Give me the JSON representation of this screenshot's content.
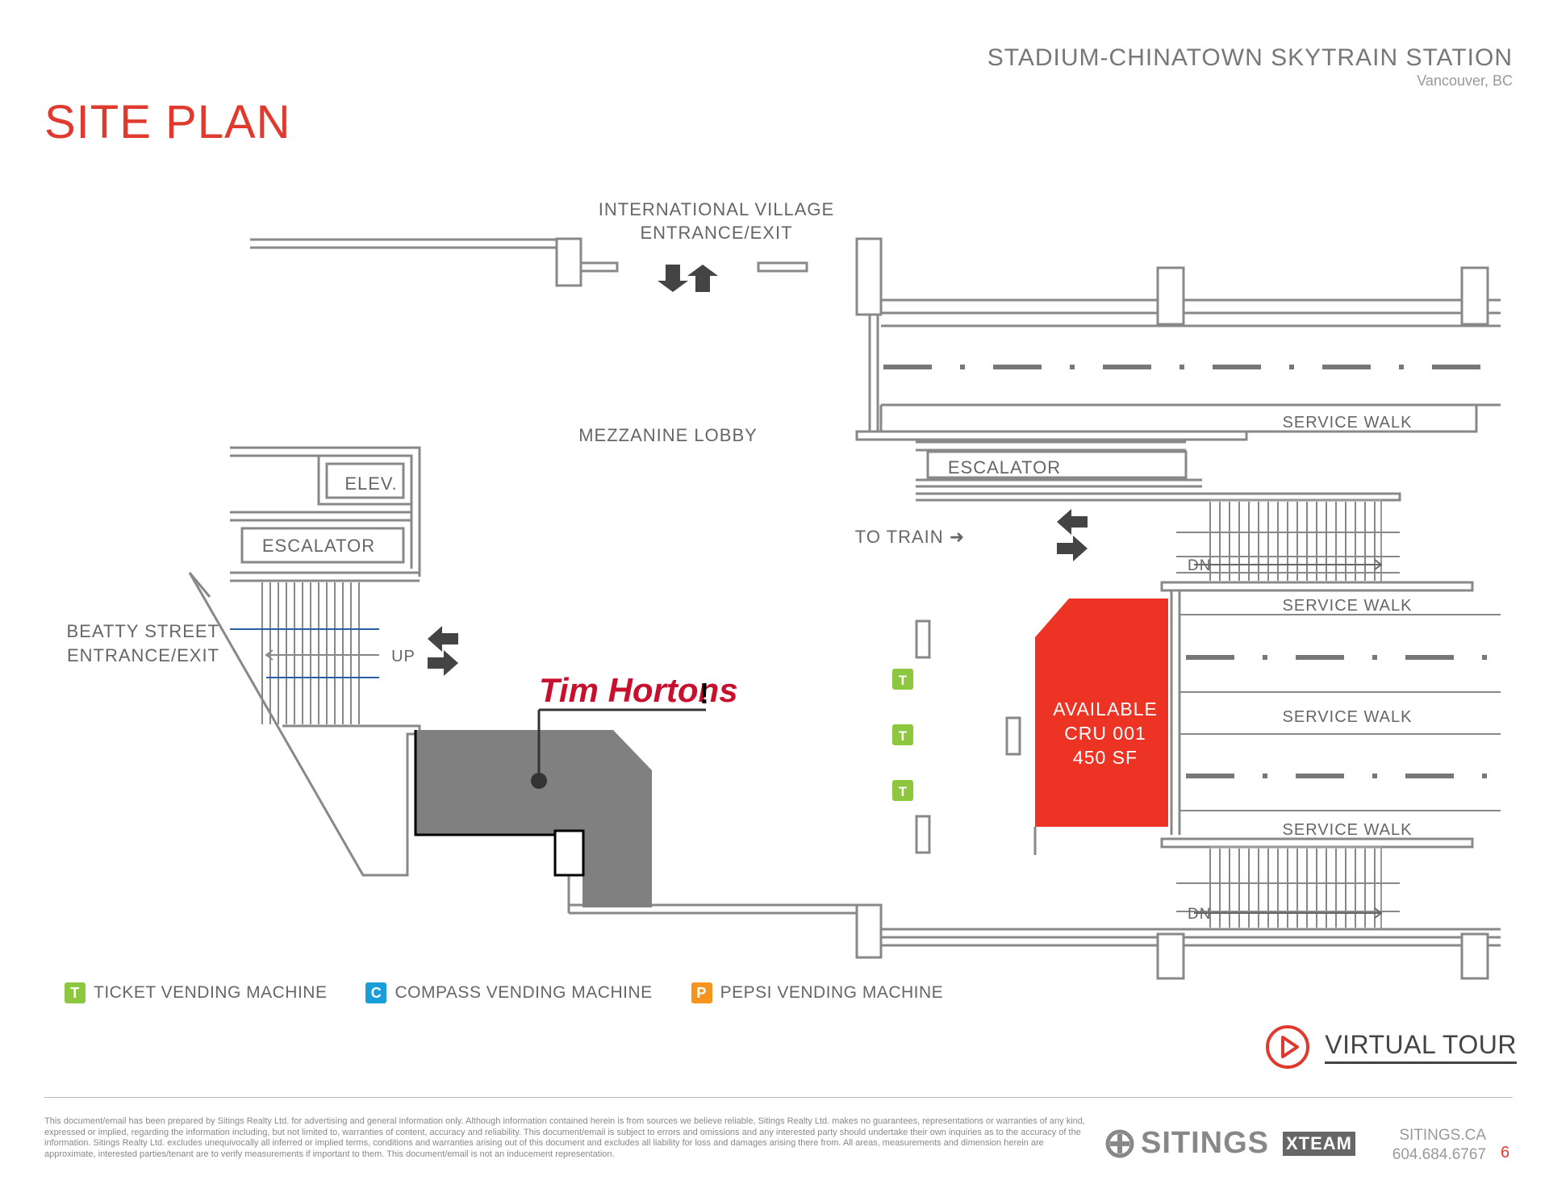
{
  "header": {
    "title": "SITE PLAN",
    "station": "STADIUM-CHINATOWN SKYTRAIN STATION",
    "city": "Vancouver, BC"
  },
  "map": {
    "intl_village_line1": "INTERNATIONAL VILLAGE",
    "intl_village_line2": "ENTRANCE/EXIT",
    "mezzanine": "MEZZANINE LOBBY",
    "elev": "ELEV.",
    "escalator_left": "ESCALATOR",
    "escalator_right": "ESCALATOR",
    "beatty_line1": "BEATTY STREET",
    "beatty_line2": "ENTRANCE/EXIT",
    "up": "UP",
    "to_train": "TO TRAIN ➜",
    "dn_top": "DN",
    "dn_bottom": "DN",
    "service_walk_1": "SERVICE WALK",
    "service_walk_2": "SERVICE WALK",
    "service_walk_3": "SERVICE WALK",
    "service_walk_4": "SERVICE WALK",
    "available_line1": "AVAILABLE",
    "available_line2": "CRU 001",
    "available_line3": "450 SF",
    "tenant_logo": "Tim Hortons",
    "tvm_letter": "T"
  },
  "legend": [
    {
      "letter": "T",
      "label": "TICKET VENDING MACHINE",
      "color": "#8dc63f"
    },
    {
      "letter": "C",
      "label": "COMPASS VENDING MACHINE",
      "color": "#1a9ed9"
    },
    {
      "letter": "P",
      "label": "PEPSI VENDING MACHINE",
      "color": "#f7941d"
    }
  ],
  "colors": {
    "accent_red": "#e03a2f",
    "available_red": "#ec3324",
    "tenant_gray": "#808080",
    "tim_red": "#c8102e"
  },
  "virtual_tour": "VIRTUAL TOUR",
  "footer": {
    "disclaimer": "This document/email has been prepared by Sitings Realty Ltd. for advertising and general information only. Although information contained herein is from sources we believe reliable, Sitings Realty Ltd. makes no guarantees, representations or warranties of any kind, expressed or implied, regarding the information including, but not limited to, warranties of content, accuracy and reliability. This document/email is subject to errors and omissions and any interested party should undertake their own inquiries as to the accuracy of the information. Sitings Realty Ltd. excludes unequivocally all inferred or implied terms, conditions and warranties arising out of this document and excludes all liability for loss and damages arising there from. All areas, measurements and dimension herein are approximate, interested parties/tenant are to verify measurements if important to them. This document/email is not an inducement representation.",
    "brand": "SITINGS",
    "partner": "XTEAM",
    "website": "SITINGS.CA",
    "phone": "604.684.6767",
    "page": "6"
  }
}
